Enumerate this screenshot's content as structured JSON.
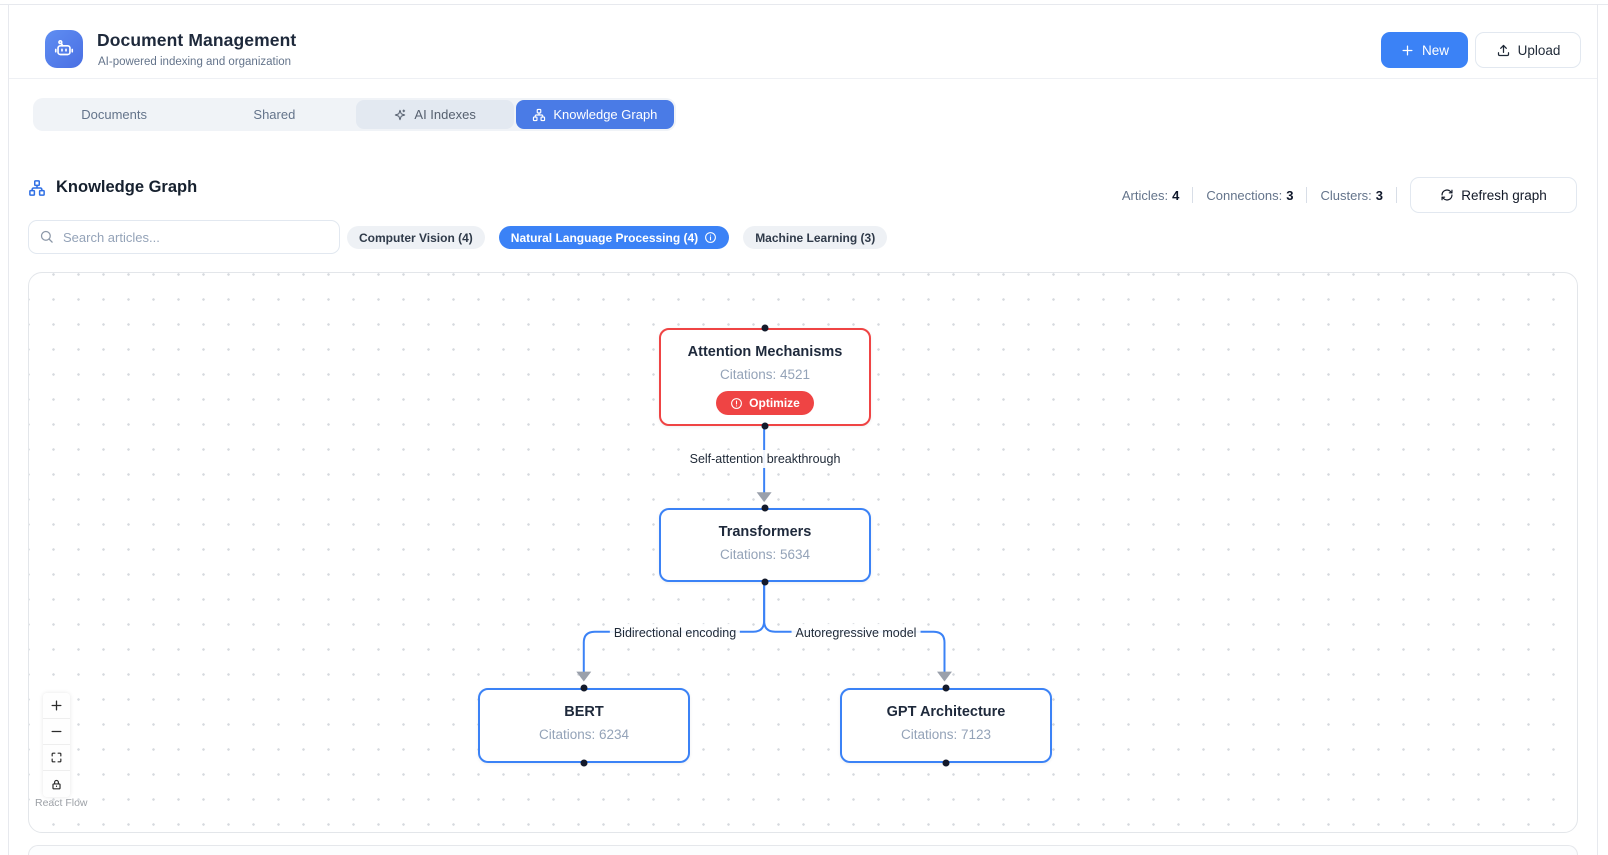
{
  "app": {
    "title": "Document Management",
    "subtitle": "AI-powered indexing and organization"
  },
  "actions": {
    "new": "New",
    "upload": "Upload"
  },
  "tabs": [
    {
      "label": "Documents",
      "active": false
    },
    {
      "label": "Shared",
      "active": false
    },
    {
      "label": "AI Indexes",
      "active": false
    },
    {
      "label": "Knowledge Graph",
      "active": true
    }
  ],
  "section": {
    "title": "Knowledge Graph",
    "stats": [
      {
        "label": "Articles:",
        "value": "4"
      },
      {
        "label": "Connections:",
        "value": "3"
      },
      {
        "label": "Clusters:",
        "value": "3"
      }
    ],
    "refresh": "Refresh graph",
    "search_placeholder": "Search articles...",
    "filters": [
      {
        "label": "Computer Vision (4)",
        "active": false
      },
      {
        "label": "Natural Language Processing (4)",
        "active": true
      },
      {
        "label": "Machine Learning (3)",
        "active": false
      }
    ]
  },
  "graph": {
    "nodes": [
      {
        "title": "Attention Mechanisms",
        "citations": "Citations: 4521",
        "action": "Optimize",
        "accent": "#ef4444"
      },
      {
        "title": "Transformers",
        "citations": "Citations: 5634",
        "accent": "#3b82f6"
      },
      {
        "title": "BERT",
        "citations": "Citations: 6234",
        "accent": "#3b82f6"
      },
      {
        "title": "GPT Architecture",
        "citations": "Citations: 7123",
        "accent": "#3b82f6"
      }
    ],
    "edges": [
      {
        "label": "Self-attention breakthrough",
        "from": "Attention Mechanisms",
        "to": "Transformers"
      },
      {
        "label": "Bidirectional encoding",
        "from": "Transformers",
        "to": "BERT"
      },
      {
        "label": "Autoregressive model",
        "from": "Transformers",
        "to": "GPT Architecture"
      }
    ],
    "attribution": "React Flow"
  },
  "colors": {
    "accent_blue": "#3b82f6",
    "tab_active_blue": "#4a7be6",
    "danger_red": "#ef4444",
    "edge_blue": "#3b82f6",
    "arrow_gray": "#9aa0ab",
    "muted_text": "#94a3b8"
  }
}
